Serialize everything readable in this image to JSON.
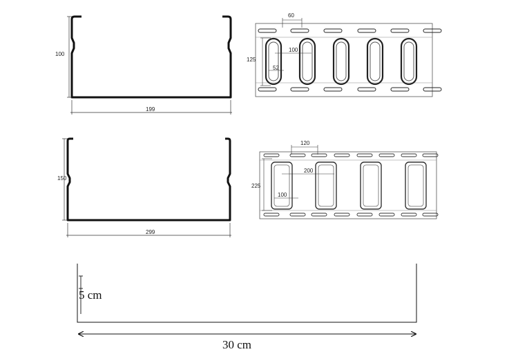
{
  "profile_small": {
    "height": "100",
    "width": "199"
  },
  "perf_small": {
    "pitch": "60",
    "slot_spacing": "100",
    "slot_height": "125",
    "slot_width": "52"
  },
  "profile_large": {
    "height": "150",
    "width": "299"
  },
  "perf_large": {
    "pitch": "120",
    "slot_spacing": "200",
    "slot_height": "225",
    "slot_width": "100"
  },
  "sketch": {
    "height": "5 cm",
    "width": "30 cm"
  }
}
